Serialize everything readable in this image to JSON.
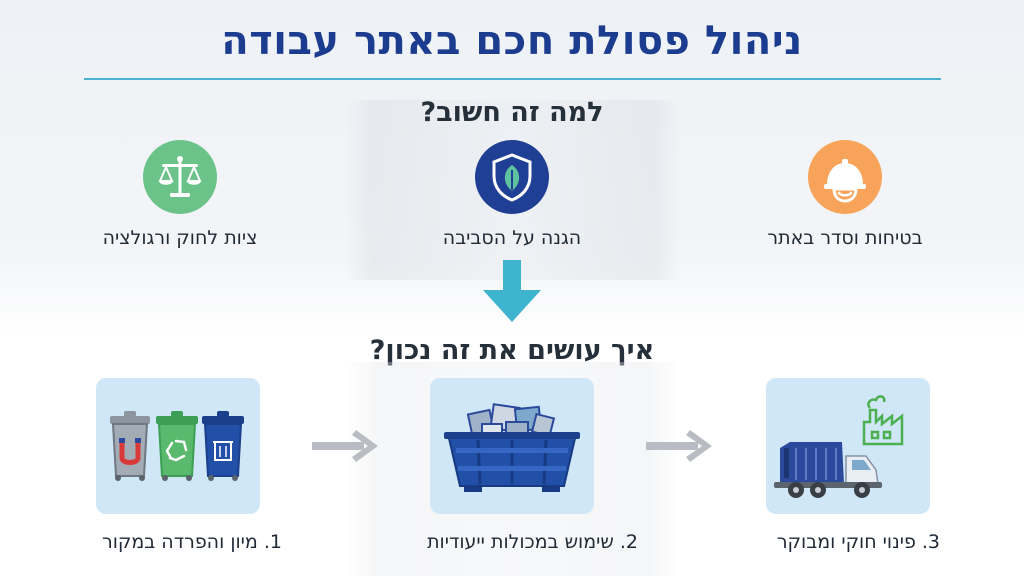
{
  "title": "ניהול פסולת חכם באתר עבודה",
  "why_heading": "למה זה חשוב?",
  "how_heading": "איך עושים את זה נכון?",
  "benefits": [
    {
      "label": "בטיחות וסדר באתר",
      "icon": "hard-hat-icon",
      "color": "#f7a45a"
    },
    {
      "label": "הגנה על הסביבה",
      "icon": "shield-leaf-icon",
      "color": "#1f3f95"
    },
    {
      "label": "ציות לחוק ורגולציה",
      "icon": "scales-icon",
      "color": "#6cc389"
    }
  ],
  "steps": [
    {
      "label": "3. פינוי חוקי ומבוקר",
      "icon": "garbage-truck-factory-icon"
    },
    {
      "label": "2. שימוש במכולות ייעודיות",
      "icon": "skip-container-icon"
    },
    {
      "label": "1. מיון והפרדה במקור",
      "icon": "sorting-bins-icon"
    }
  ],
  "colors": {
    "title": "#1c3d8f",
    "rule": "#4bb3d1",
    "down_arrow": "#3fb4cf",
    "flow_arrow": "#b9bdc3",
    "tile": "#cfe7f7"
  }
}
